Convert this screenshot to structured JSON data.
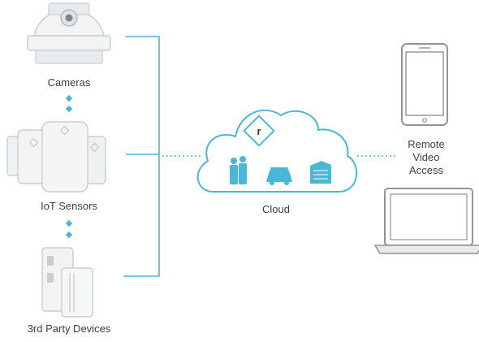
{
  "devices": {
    "cameras_label": "Cameras",
    "iot_label": "IoT Sensors",
    "third_party_label": "3rd Party Devices"
  },
  "cloud": {
    "label": "Cloud",
    "logo_letter": "r"
  },
  "remote": {
    "line1": "Remote",
    "line2": "Video",
    "line3": "Access"
  },
  "colors": {
    "accent": "#49b8d6",
    "device_fill": "#f1f3f4",
    "device_stroke": "#c9ced2",
    "screen_stroke": "#8e959b"
  }
}
